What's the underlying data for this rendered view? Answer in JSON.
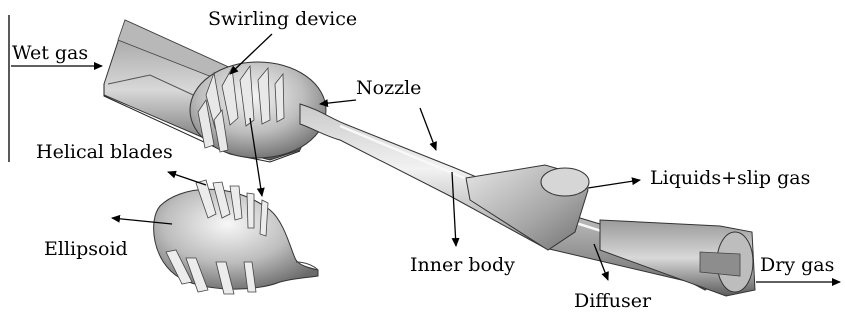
{
  "labels": {
    "wet_gas": "Wet gas",
    "swirling_device": "Swirling device",
    "nozzle": "Nozzle",
    "helical_blades": "Helical blades",
    "ellipsoid": "Ellipsoid",
    "inner_body": "Inner body",
    "liquids_slip_gas": "Liquids+slip gas",
    "dry_gas": "Dry gas",
    "diffuser": "Diffuser"
  }
}
